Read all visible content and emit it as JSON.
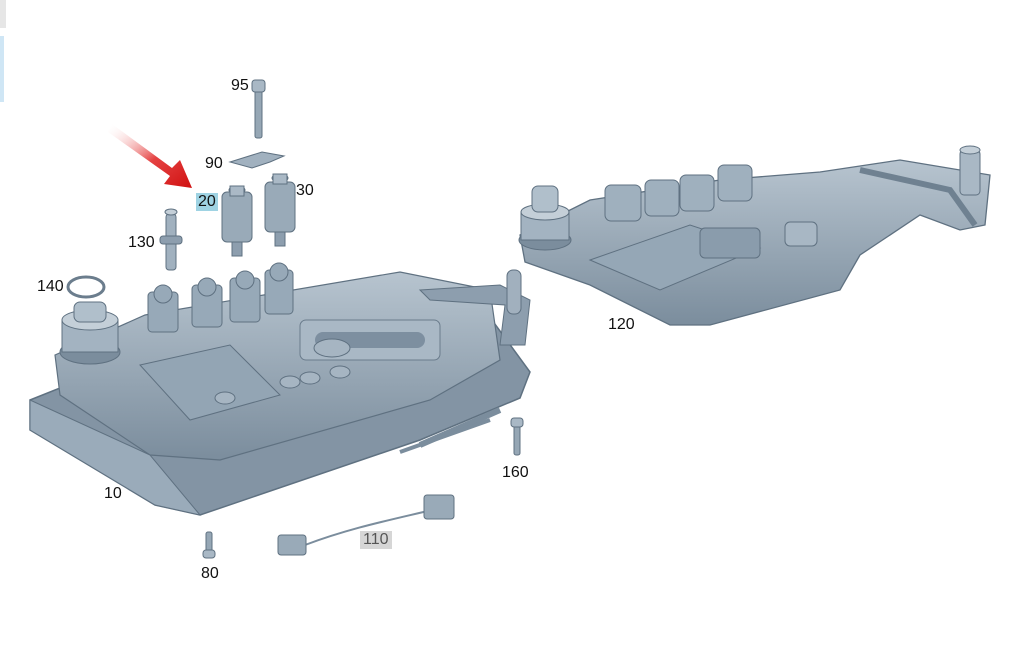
{
  "callouts": {
    "c95": "95",
    "c90": "90",
    "c20": "20",
    "c30": "30",
    "c130": "130",
    "c140": "140",
    "c120": "120",
    "c10": "10",
    "c160": "160",
    "c110": "110",
    "c80": "80"
  },
  "colors": {
    "part_fill": "#8a9cac",
    "part_dark": "#5f7181",
    "part_light": "#b7c4cf",
    "arrow": "#e02020",
    "highlight_20": "#9fd3e3",
    "highlight_110": "#d6d6d6"
  }
}
